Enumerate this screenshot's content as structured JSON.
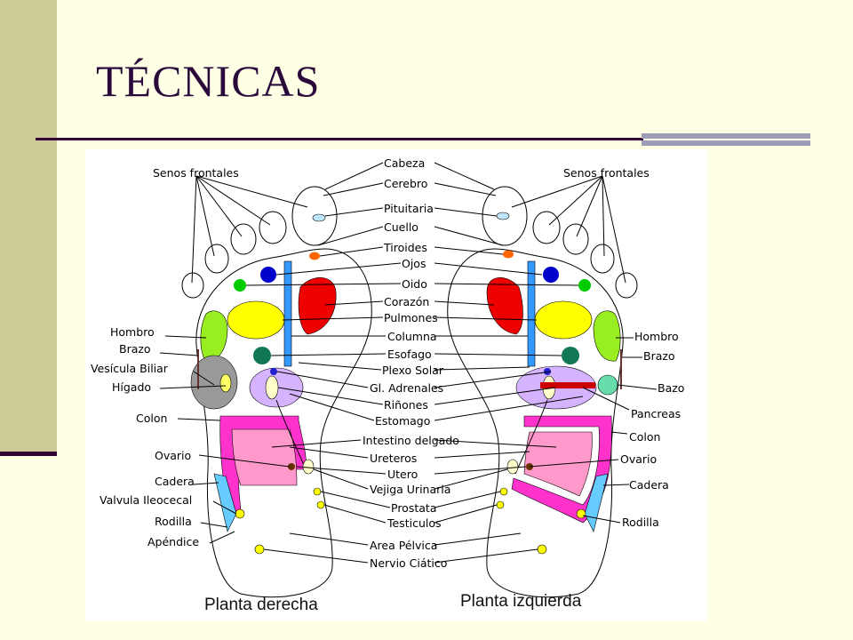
{
  "slide": {
    "title": "TÉCNICAS",
    "colors": {
      "background": "#ffffe5",
      "left_bar": "#cccc99",
      "title": "#2a0a3a",
      "rule": "#330033",
      "accent": "#9c9cb4"
    }
  },
  "diagram": {
    "left_caption": "Planta derecha",
    "right_caption": "Planta izquierda",
    "center_labels": [
      "Cabeza",
      "Cerebro",
      "Pituitaria",
      "Cuello",
      "Tiroides",
      "Ojos",
      "Oido",
      "Corazón",
      "Pulmones",
      "Columna",
      "Esofago",
      "Plexo Solar",
      "Gl. Adrenales",
      "Riñones",
      "Estomago",
      "Intestino delgado",
      "Ureteros",
      "Utero",
      "Vejiga Urinaria",
      "Prostata",
      "Testiculos",
      "Area Pélvica",
      "Nervio Ciático"
    ],
    "left_labels": [
      "Senos frontales",
      "Hombro",
      "Brazo",
      "Vesícula Biliar",
      "Hígado",
      "Colon",
      "Ovario",
      "Cadera",
      "Valvula Ileocecal",
      "Rodilla",
      "Apéndice"
    ],
    "right_labels": [
      "Senos frontales",
      "Hombro",
      "Brazo",
      "Bazo",
      "Pancreas",
      "Colon",
      "Ovario",
      "Cadera",
      "Rodilla"
    ]
  }
}
